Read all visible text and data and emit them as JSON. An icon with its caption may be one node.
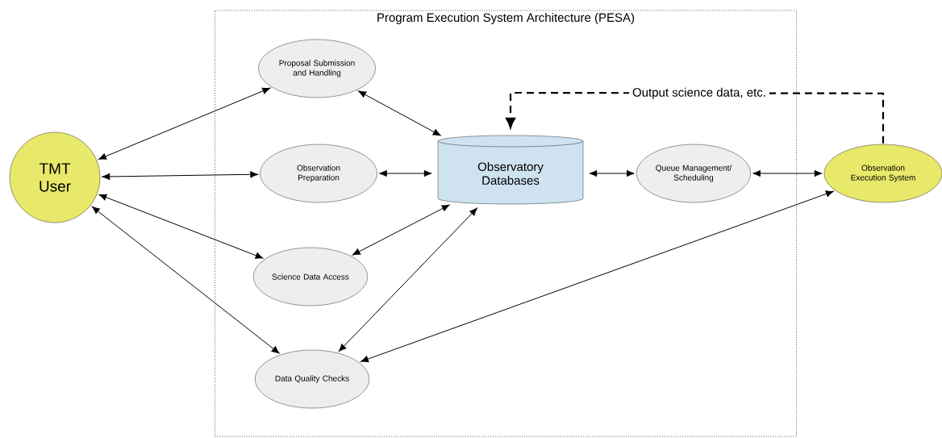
{
  "diagram": {
    "nodes": [
      {
        "text": [
          "Program Execution System Architecture (PESA)"
        ]
      },
      {
        "text": [
          "TMT User"
        ]
      },
      {
        "text": [
          "Proposal Submission and Handling"
        ],
        "in": 0
      },
      {
        "text": [
          "Observation Preparation"
        ],
        "in": 0
      },
      {
        "text": [
          "Science Data Access"
        ],
        "in": 0
      },
      {
        "text": [
          "Data Quality Checks"
        ],
        "in": 0
      },
      {
        "text": [
          "Observatory Databases"
        ],
        "in": 0
      },
      {
        "text": [
          "Queue Management/ Scheduling"
        ],
        "in": 0
      },
      {
        "text": [
          "Observation Execution System"
        ]
      }
    ],
    "edges": [
      {
        "from": 1,
        "to": 2,
        "arrow": "both"
      },
      {
        "from": 1,
        "to": 3,
        "arrow": "both"
      },
      {
        "from": 1,
        "to": 4,
        "arrow": "both"
      },
      {
        "from": 1,
        "to": 5,
        "arrow": "both"
      },
      {
        "from": 2,
        "to": 6,
        "arrow": "both"
      },
      {
        "from": 3,
        "to": 6,
        "arrow": "both"
      },
      {
        "from": 4,
        "to": 6,
        "arrow": "both"
      },
      {
        "from": 5,
        "to": 6,
        "arrow": "both"
      },
      {
        "from": 6,
        "to": 7,
        "arrow": "both"
      },
      {
        "from": 7,
        "to": 8,
        "arrow": "both"
      },
      {
        "from": 8,
        "to": 5,
        "arrow": "both"
      },
      {
        "from": 8,
        "to": 6,
        "arrow": "to",
        "style": "dashed",
        "label": "Output science data, etc."
      }
    ]
  }
}
